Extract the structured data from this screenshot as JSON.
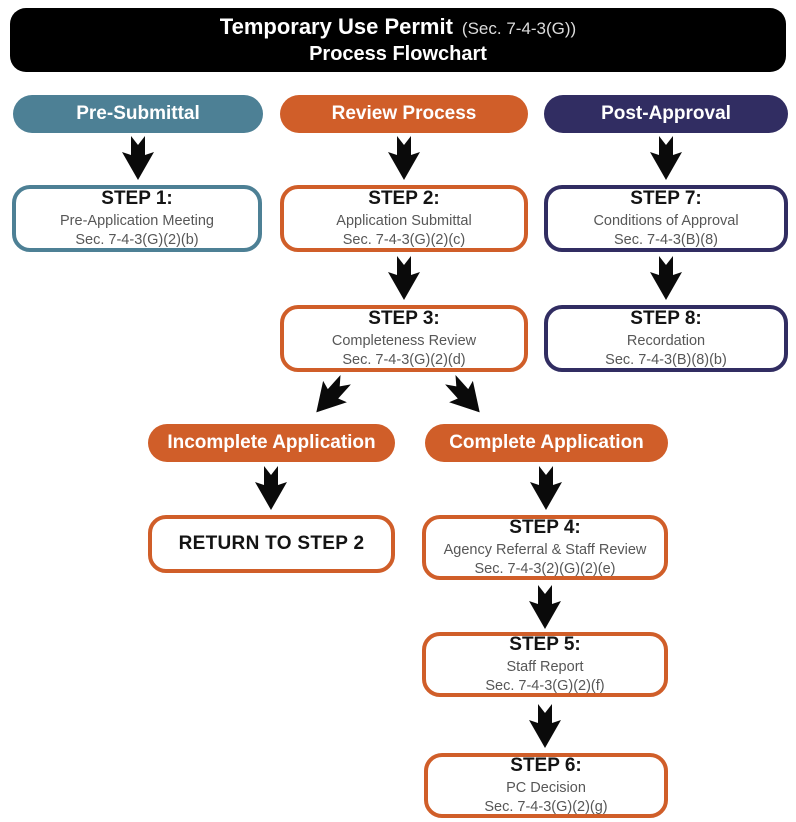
{
  "header": {
    "title": "Temporary Use Permit",
    "section_ref": "(Sec. 7-4-3(G))",
    "subtitle": "Process Flowchart"
  },
  "lanes": {
    "pre_submittal": {
      "label": "Pre-Submittal",
      "color": "#4d8095"
    },
    "review_process": {
      "label": "Review Process",
      "color": "#d05e29"
    },
    "post_approval": {
      "label": "Post-Approval",
      "color": "#312d62"
    }
  },
  "steps": {
    "step1": {
      "title": "STEP 1:",
      "line1": "Pre-Application Meeting",
      "line2": "Sec. 7-4-3(G)(2)(b)"
    },
    "step2": {
      "title": "STEP 2:",
      "line1": "Application Submittal",
      "line2": "Sec. 7-4-3(G)(2)(c)"
    },
    "step3": {
      "title": "STEP 3:",
      "line1": "Completeness Review",
      "line2": "Sec. 7-4-3(G)(2)(d)"
    },
    "step4": {
      "title": "STEP 4:",
      "line1": "Agency Referral & Staff Review",
      "line2": "Sec. 7-4-3(2)(G)(2)(e)"
    },
    "step5": {
      "title": "STEP 5:",
      "line1": "Staff Report",
      "line2": "Sec. 7-4-3(G)(2)(f)"
    },
    "step6": {
      "title": "STEP 6:",
      "line1": "PC Decision",
      "line2": "Sec. 7-4-3(G)(2)(g)"
    },
    "step7": {
      "title": "STEP 7:",
      "line1": "Conditions of Approval",
      "line2": "Sec. 7-4-3(B)(8)"
    },
    "step8": {
      "title": "STEP 8:",
      "line1": "Recordation",
      "line2": "Sec. 7-4-3(B)(8)(b)"
    }
  },
  "branches": {
    "incomplete": {
      "label": "Incomplete Application"
    },
    "complete": {
      "label": "Complete Application"
    },
    "return_step2": {
      "label": "RETURN TO STEP 2"
    }
  },
  "colors": {
    "banner_background": "#000000",
    "teal": "#4d8095",
    "orange": "#d05e29",
    "navy": "#312d62",
    "step_title_text": "#141414",
    "step_body_text": "#575757",
    "arrow": "#0a0a0a"
  },
  "icons": {
    "flow_arrow": "thick-black-block-arrow-with-notched-tail"
  }
}
